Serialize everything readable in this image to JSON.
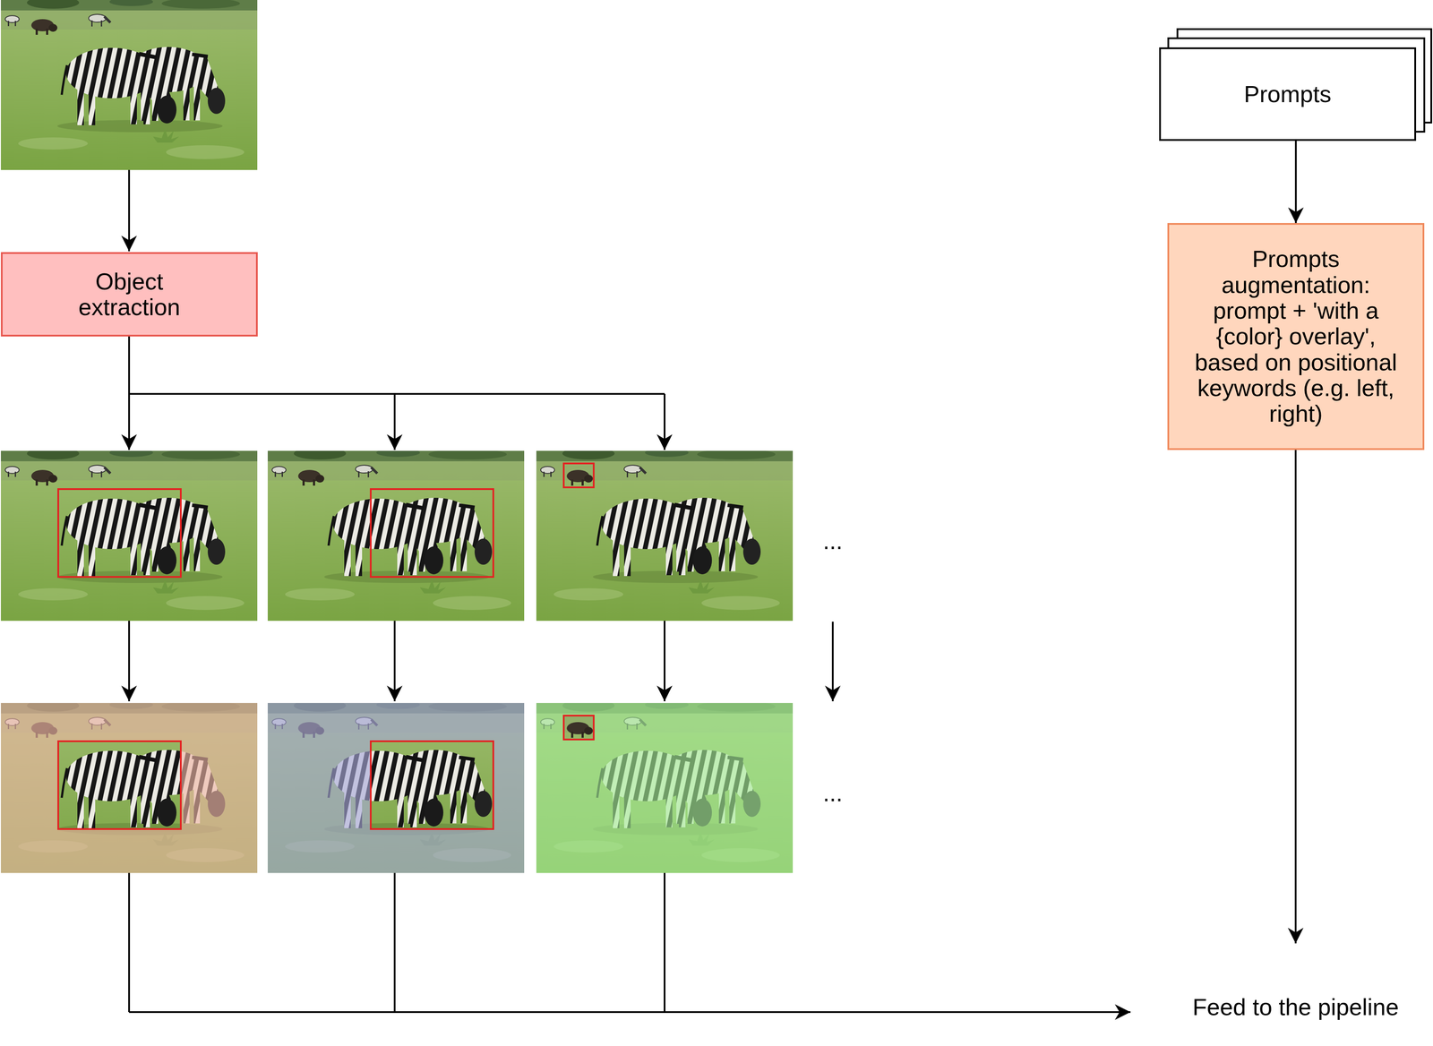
{
  "diagram": {
    "nodes": [
      {
        "text": [
          "Object extraction"
        ]
      },
      {
        "text": [
          "Prompts"
        ]
      },
      {
        "text": [
          "Prompts augmentation: prompt + 'with a {color} overlay', based on positional keywords (e.g. left, right)"
        ]
      },
      {
        "text": [
          "Feed to the pipeline"
        ]
      }
    ],
    "edges": [
      {
        "from": 1,
        "to": 2,
        "arrow": "to"
      },
      {
        "from": 2,
        "to": 3,
        "arrow": "to"
      }
    ],
    "labels": [
      "...",
      "..."
    ]
  }
}
